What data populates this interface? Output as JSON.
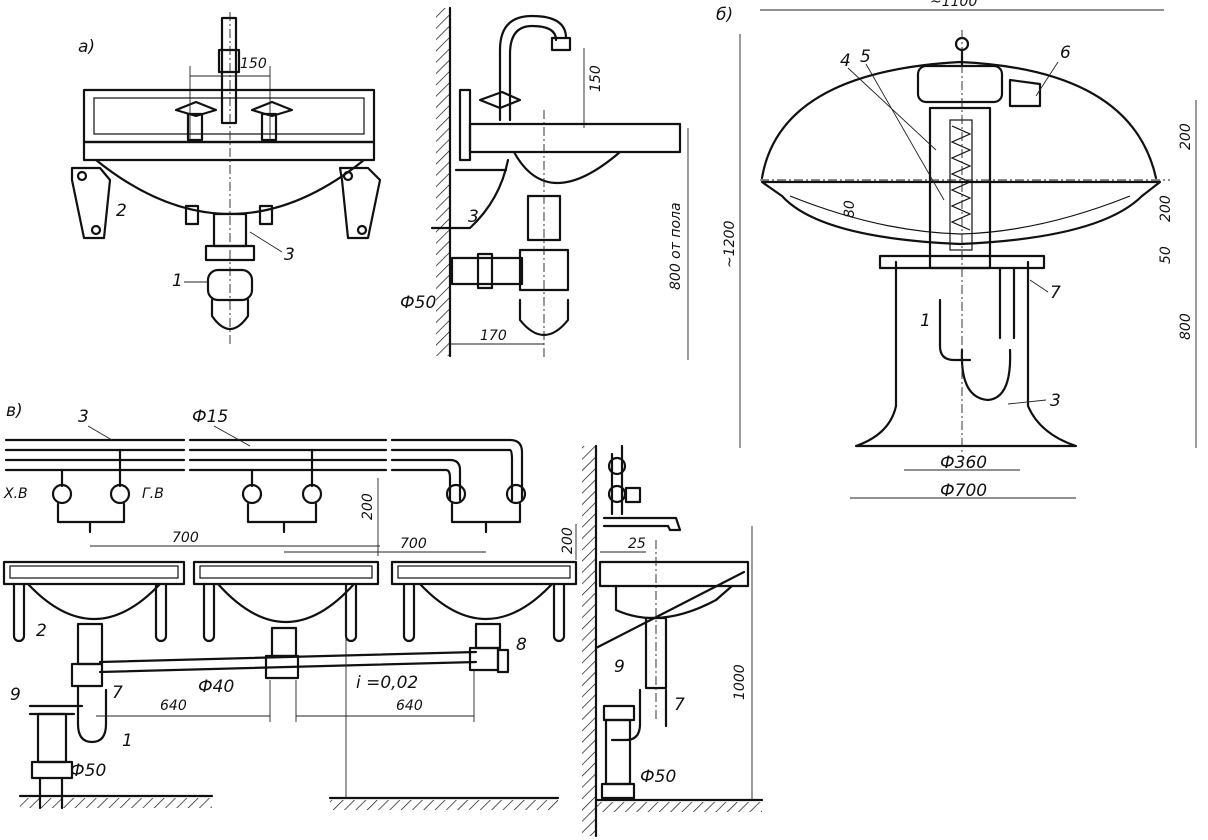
{
  "views": {
    "a": "а)",
    "b": "б)",
    "v": "в)"
  },
  "view_a": {
    "dim_150_top": "150",
    "dim_150_spout": "150",
    "dim_height": "800 от пола",
    "dim_170": "170",
    "pipe_d50": "Ф50",
    "labels": {
      "siphon": "1",
      "bracket": "2",
      "valves": "3",
      "bracket_side": "3"
    }
  },
  "view_b": {
    "dim_top": "~1100",
    "dim_total": "~1200",
    "dim_200a": "200",
    "dim_200b": "200",
    "dim_80": "80",
    "dim_50": "50",
    "dim_800": "800",
    "d360": "Ф360",
    "d700": "Ф700",
    "labels": {
      "l4": "4",
      "l5": "5",
      "l6": "6",
      "l7": "7",
      "l1": "1",
      "l3": "3"
    }
  },
  "view_v": {
    "d15": "Ф15",
    "cold": "Х.В",
    "hot": "Г.В",
    "l3": "3",
    "dim_700a": "700",
    "dim_700b": "700",
    "dim_200a": "200",
    "dim_200b": "200",
    "dim_25": "25",
    "d40": "Ф40",
    "slope": "і =0,02",
    "dim_640a": "640",
    "dim_640b": "640",
    "d50a": "Ф50",
    "d50b": "Ф50",
    "dim_1000": "1000",
    "labels": {
      "l2": "2",
      "l8": "8",
      "l9a": "9",
      "l7a": "7",
      "l1": "1",
      "l9b": "9",
      "l7b": "7"
    }
  }
}
